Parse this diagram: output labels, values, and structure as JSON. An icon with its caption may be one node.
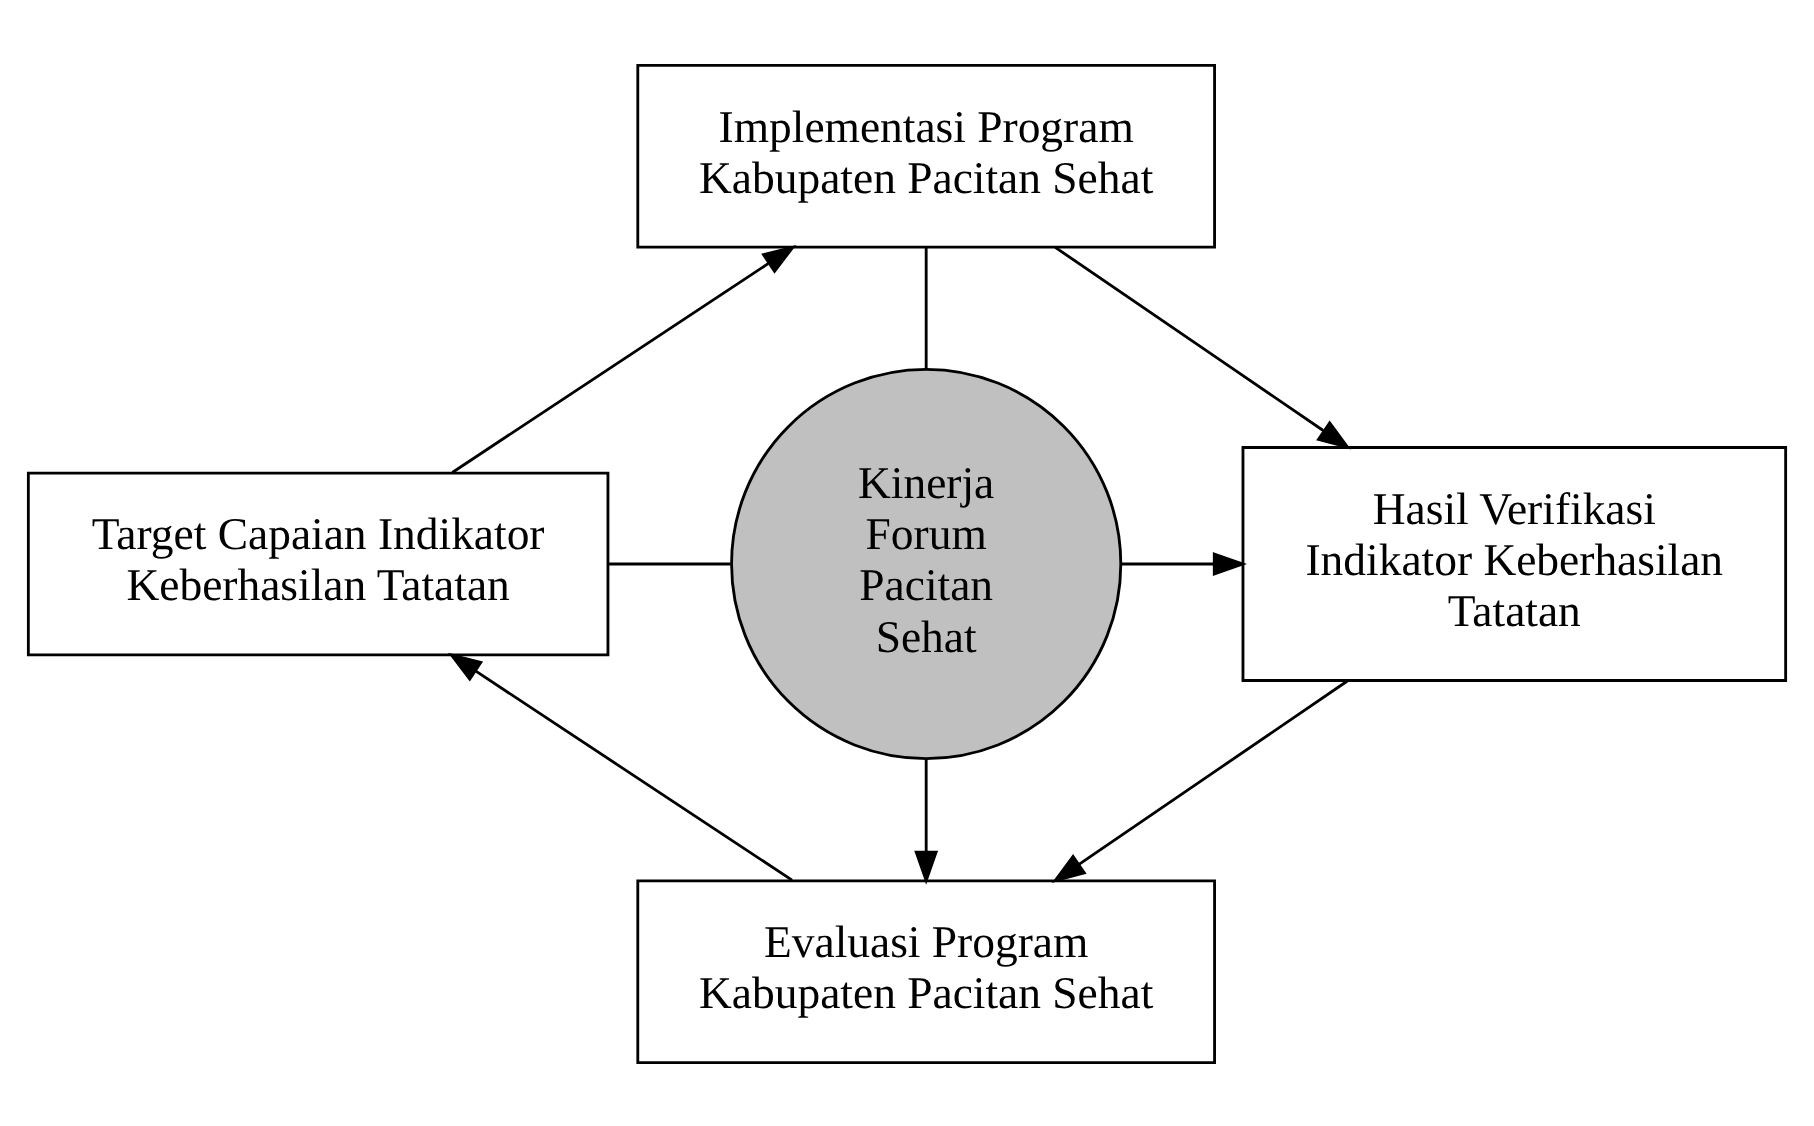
{
  "diagram": {
    "nodes": [
      {
        "text": [
          "Implementasi Program Kabupaten Pacitan Sehat"
        ]
      },
      {
        "text": [
          "Target Capaian Indikator Keberhasilan Tatatan"
        ]
      },
      {
        "text": [
          "Kinerja Forum Pacitan Sehat"
        ]
      },
      {
        "text": [
          "Hasil Verifikasi Indikator Keberhasilan Tatatan"
        ]
      },
      {
        "text": [
          "Evaluasi Program Kabupaten Pacitan Sehat"
        ]
      }
    ],
    "edges": [
      {
        "from": 1,
        "to": 0,
        "arrow": "to"
      },
      {
        "from": 0,
        "to": 3,
        "arrow": "to"
      },
      {
        "from": 3,
        "to": 4,
        "arrow": "to"
      },
      {
        "from": 4,
        "to": 1,
        "arrow": "to"
      },
      {
        "from": 0,
        "to": 2,
        "arrow": "none"
      },
      {
        "from": 1,
        "to": 2,
        "arrow": "none"
      },
      {
        "from": 2,
        "to": 3,
        "arrow": "to"
      },
      {
        "from": 2,
        "to": 4,
        "arrow": "to"
      }
    ]
  }
}
